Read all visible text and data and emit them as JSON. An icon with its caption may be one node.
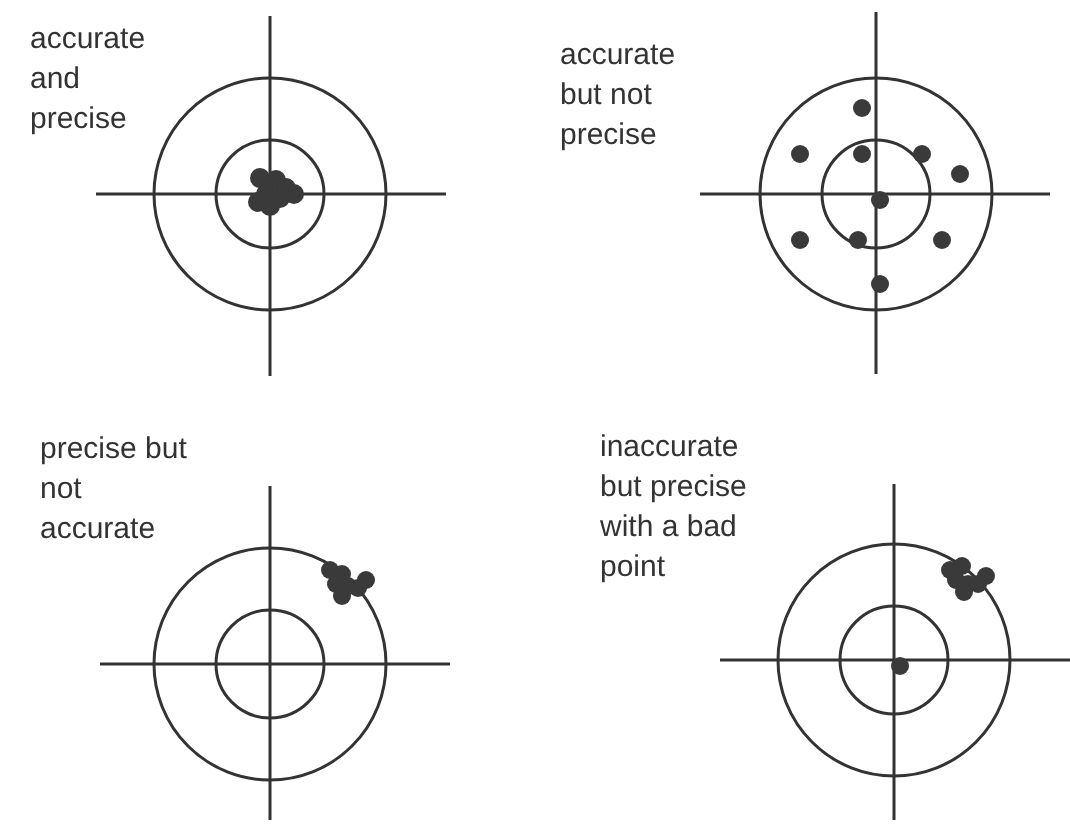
{
  "diagram": {
    "labels": [
      "accurate and precise",
      "accurate but not precise",
      "precise but not accurate",
      "inaccurate but precise with a bad point"
    ]
  }
}
